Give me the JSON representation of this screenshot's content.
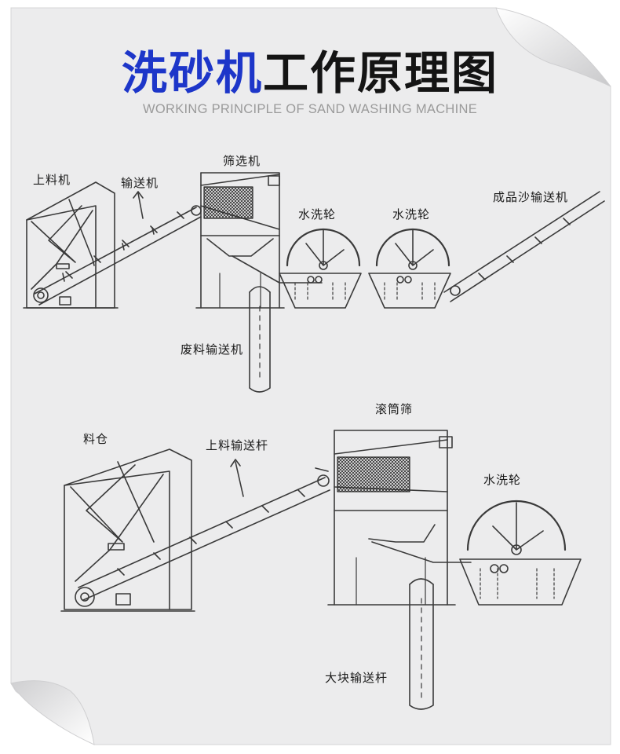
{
  "title": {
    "highlight": "洗砂机",
    "rest": "工作原理图",
    "subtitle": "WORKING PRINCIPLE OF SAND WASHING MACHINE"
  },
  "diagram_top": {
    "feeder": "上料机",
    "conveyor": "输送机",
    "screen": "筛选机",
    "wheel_1": "水洗轮",
    "wheel_2": "水洗轮",
    "product_conveyor": "成品沙输送机",
    "waste_conveyor": "废料输送机"
  },
  "diagram_bottom": {
    "hopper": "料仓",
    "feed_conveyor": "上料输送杆",
    "drum_screen": "滚筒筛",
    "wheel": "水洗轮",
    "lump_conveyor": "大块输送杆"
  },
  "colors": {
    "accent": "#1d36c9",
    "line": "#3a3a3a",
    "paper": "#ececed"
  }
}
